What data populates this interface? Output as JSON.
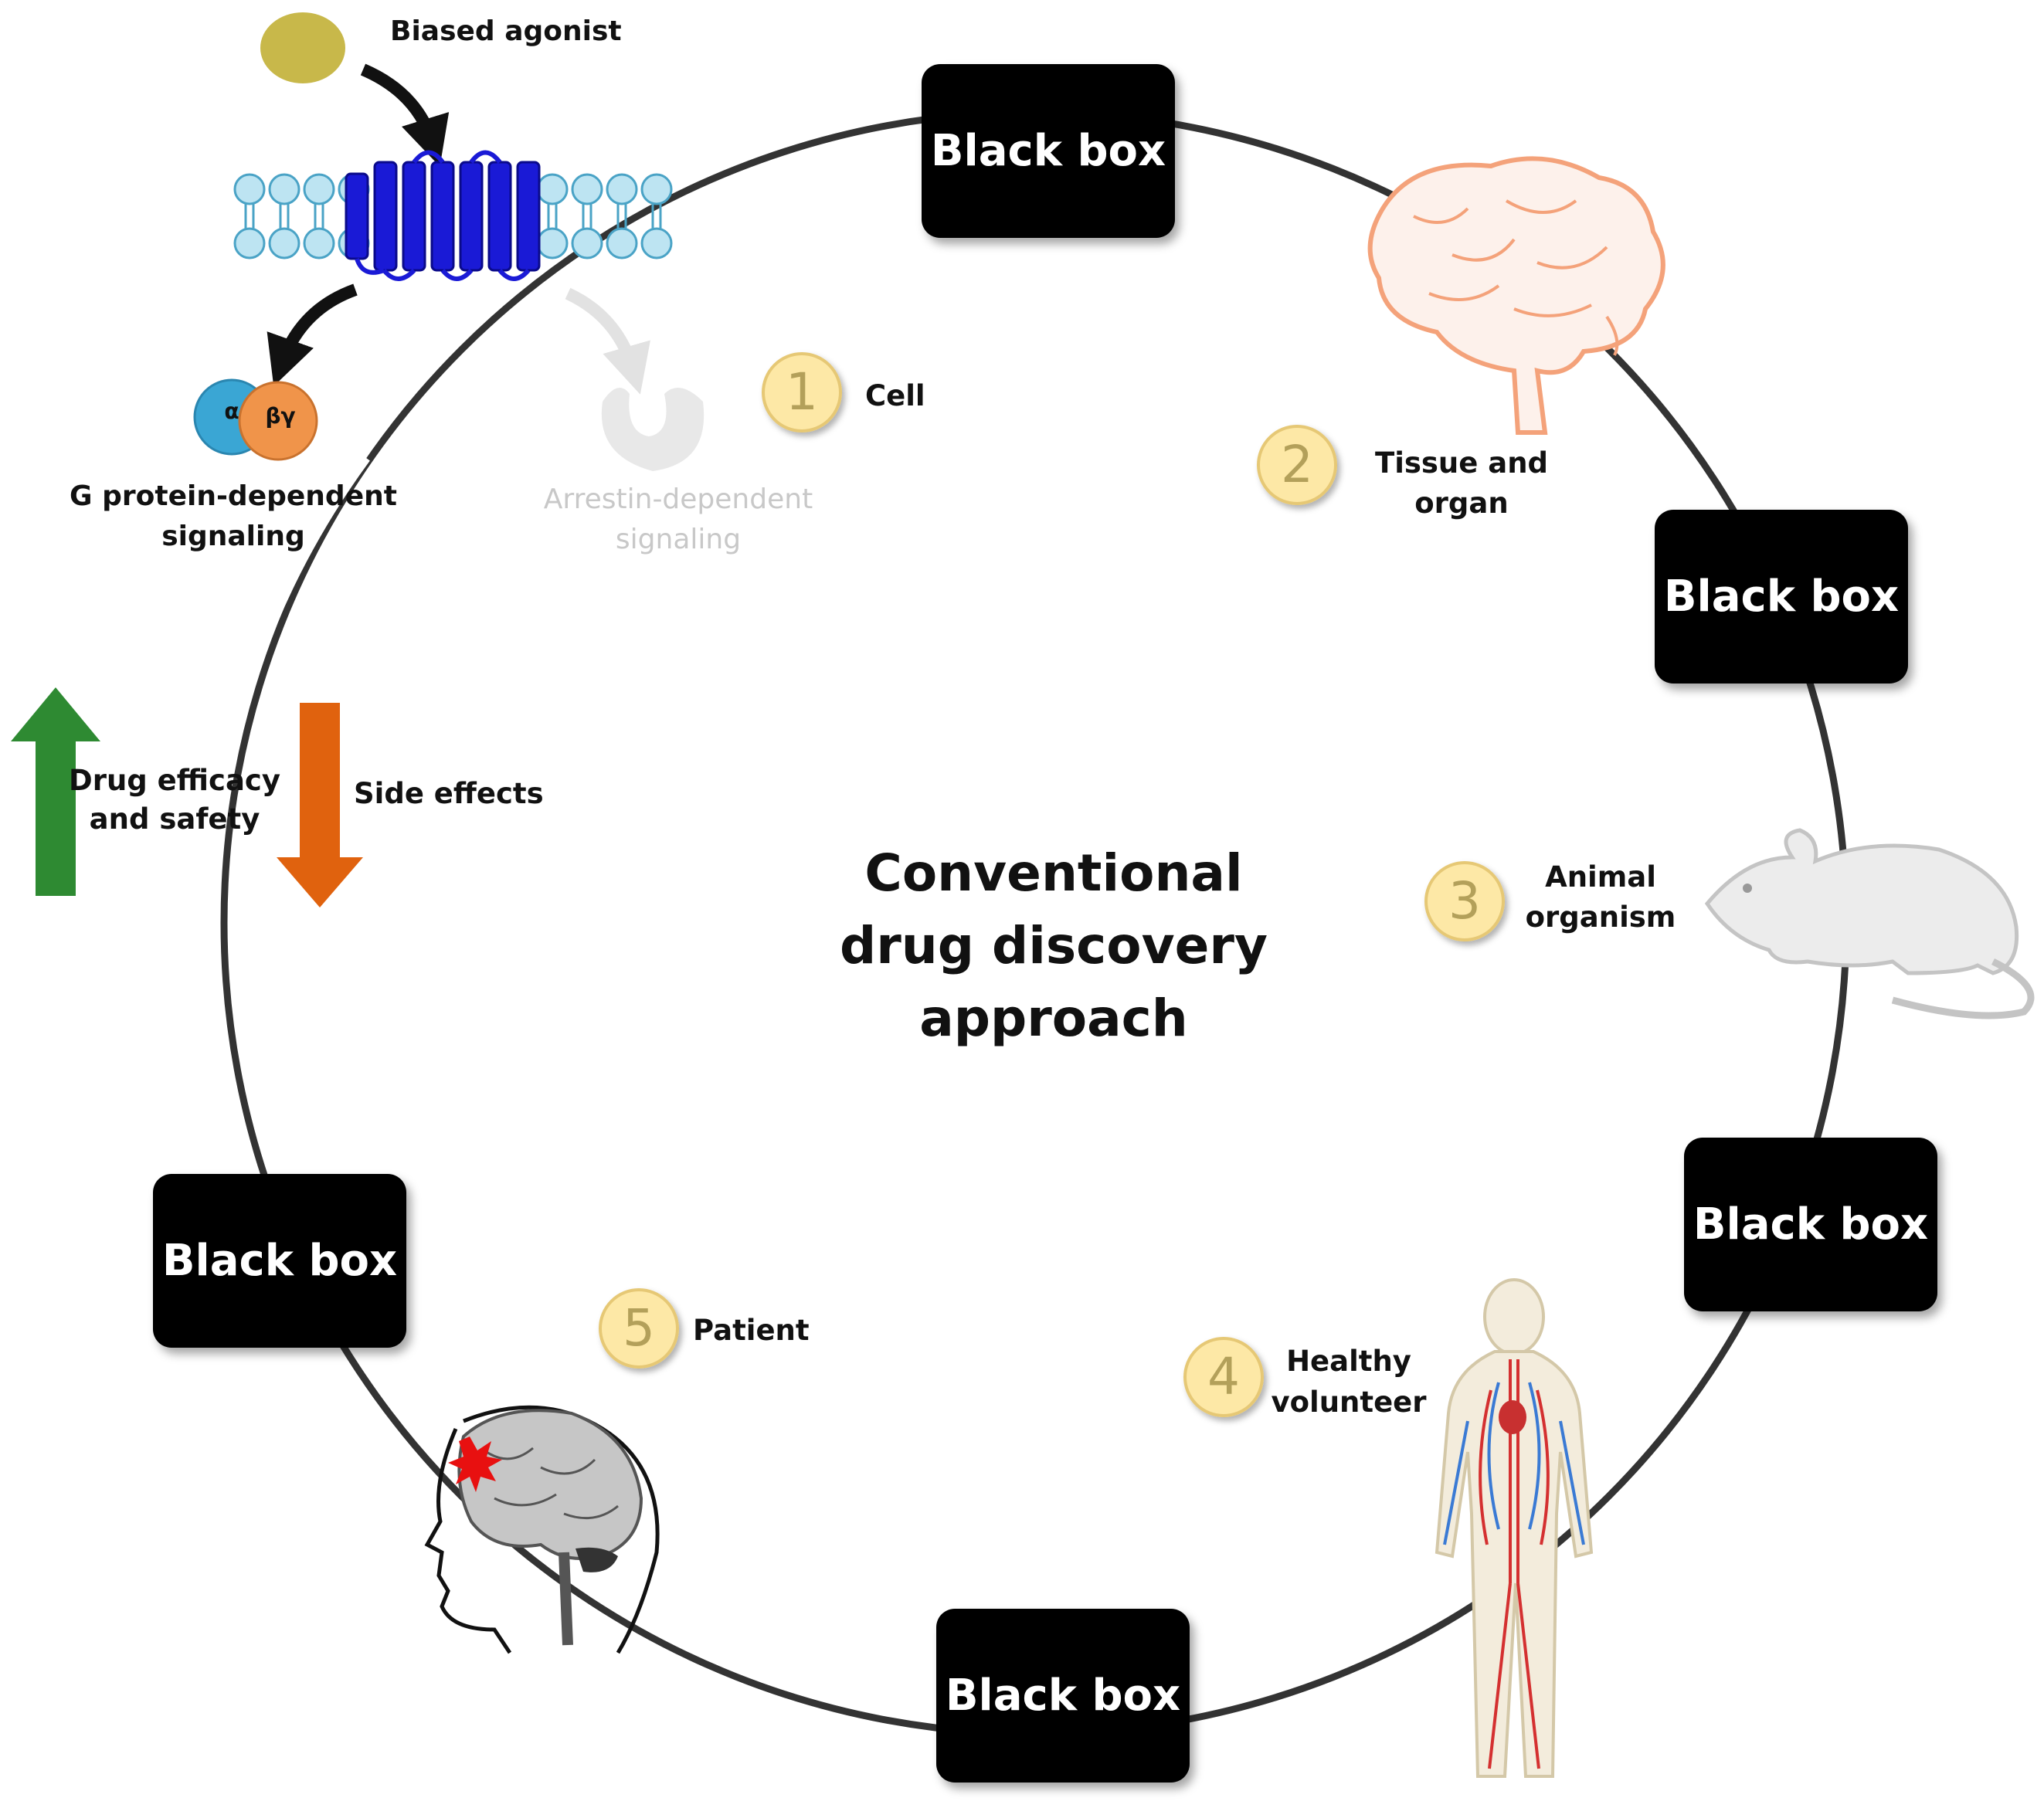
{
  "title": [
    "Conventional",
    "drug discovery",
    "approach"
  ],
  "stages": [
    {
      "number": "1",
      "label": [
        "Cell"
      ]
    },
    {
      "number": "2",
      "label": [
        "Tissue and",
        "organ"
      ]
    },
    {
      "number": "3",
      "label": [
        "Animal",
        "organism"
      ]
    },
    {
      "number": "4",
      "label": [
        "Healthy",
        "volunteer"
      ]
    },
    {
      "number": "5",
      "label": [
        "Patient"
      ]
    }
  ],
  "black_box_label": "Black box",
  "cell_panel": {
    "ligand_label": "Biased agonist",
    "g_protein_label": [
      "G protein-dependent",
      "signaling"
    ],
    "arrestin_label": [
      "Arrestin-dependent",
      "signaling"
    ],
    "alpha_label": "α",
    "betagamma_label": "βγ"
  },
  "outcomes": {
    "up_label": [
      "Drug efficacy",
      "and safety"
    ],
    "down_label": [
      "Side effects"
    ]
  },
  "colors": {
    "up_arrow": "#2e8a32",
    "down_arrow": "#e0620e",
    "receptor": "#1a1ad6",
    "ligand": "#c8b84a",
    "alpha_subunit": "#3aa6d4",
    "betagamma_subunit": "#f0944a",
    "brain_organ": "#f4a27a",
    "stage_circle": "#fde8a6"
  }
}
